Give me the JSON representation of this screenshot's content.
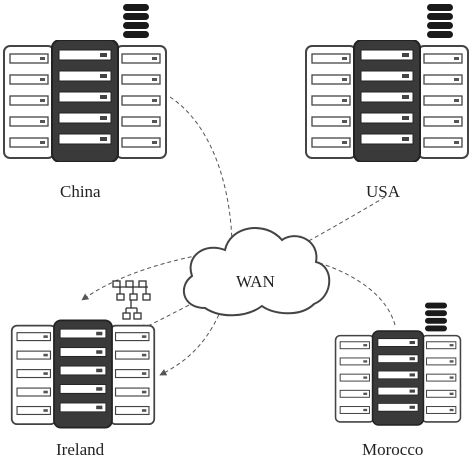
{
  "network": {
    "cloud_label": "WAN",
    "sites": [
      {
        "id": "china",
        "label": "China"
      },
      {
        "id": "usa",
        "label": "USA"
      },
      {
        "id": "ireland",
        "label": "Ireland"
      },
      {
        "id": "morocco",
        "label": "Morocco"
      }
    ]
  },
  "colors": {
    "rack_outline": "#444444",
    "rack_dark_body": "#3a3a3a",
    "rack_light_body": "#ffffff",
    "slot_fill": "#555555",
    "database_fill": "#1a1a1a",
    "link_stroke": "#555555"
  },
  "icons": [
    "database-icon",
    "hierarchy-tree-icon",
    "cloud-icon",
    "server-rack-icon"
  ]
}
